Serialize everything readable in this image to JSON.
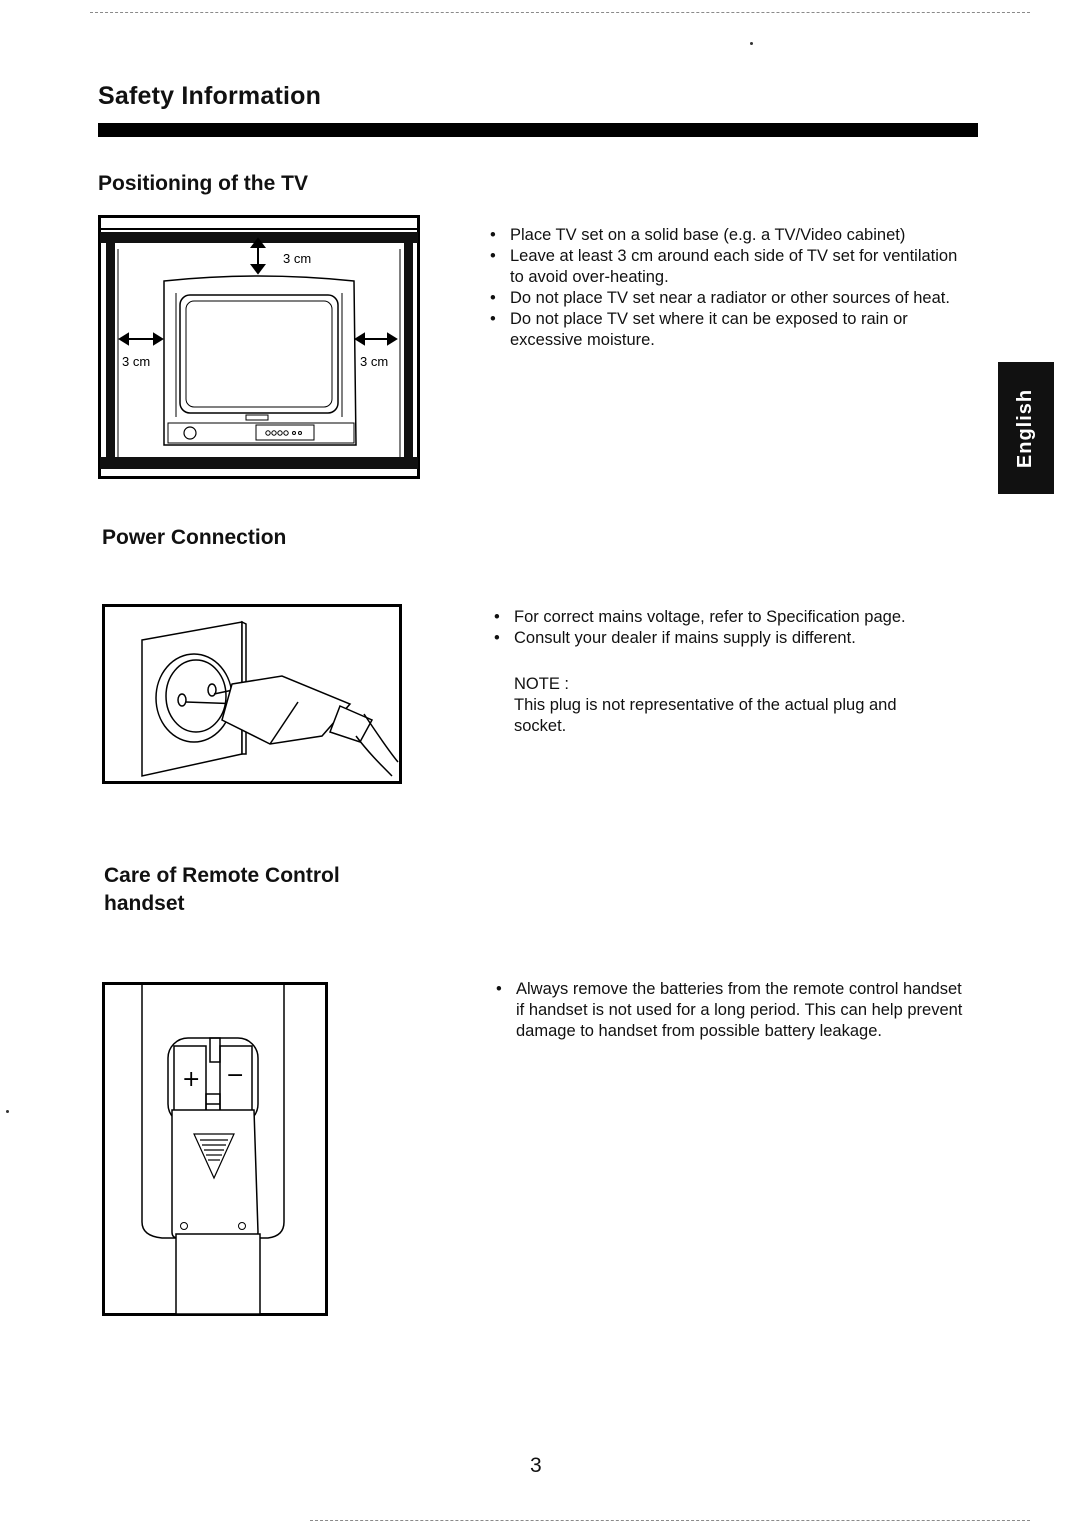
{
  "page": {
    "title": "Safety Information",
    "language_tab": "English",
    "page_number": "3"
  },
  "sections": {
    "positioning": {
      "heading": "Positioning of the TV",
      "bullets": [
        "Place TV set on a solid base (e.g. a TV/Video cabinet)",
        "Leave at least 3 cm around each side of TV set for ventilation to avoid over-heating.",
        "Do not place TV set near a radiator or other sources of heat.",
        "Do not place TV set where it can be exposed to rain or excessive moisture."
      ],
      "figure_labels": {
        "top": "3 cm",
        "left": "3 cm",
        "right": "3 cm"
      }
    },
    "power": {
      "heading": "Power Connection",
      "bullets": [
        "For correct mains voltage, refer to Specification page.",
        "Consult your dealer if mains supply is different."
      ],
      "note_label": "NOTE :",
      "note_text": "This plug is not representative of the actual plug and socket."
    },
    "remote": {
      "heading": "Care of Remote Control handset",
      "bullets": [
        "Always remove the batteries from the remote control handset if handset is not used for a long period. This can help prevent damage to handset from possible battery leakage."
      ],
      "figure_labels": {
        "plus": "+",
        "minus": "−"
      }
    }
  }
}
